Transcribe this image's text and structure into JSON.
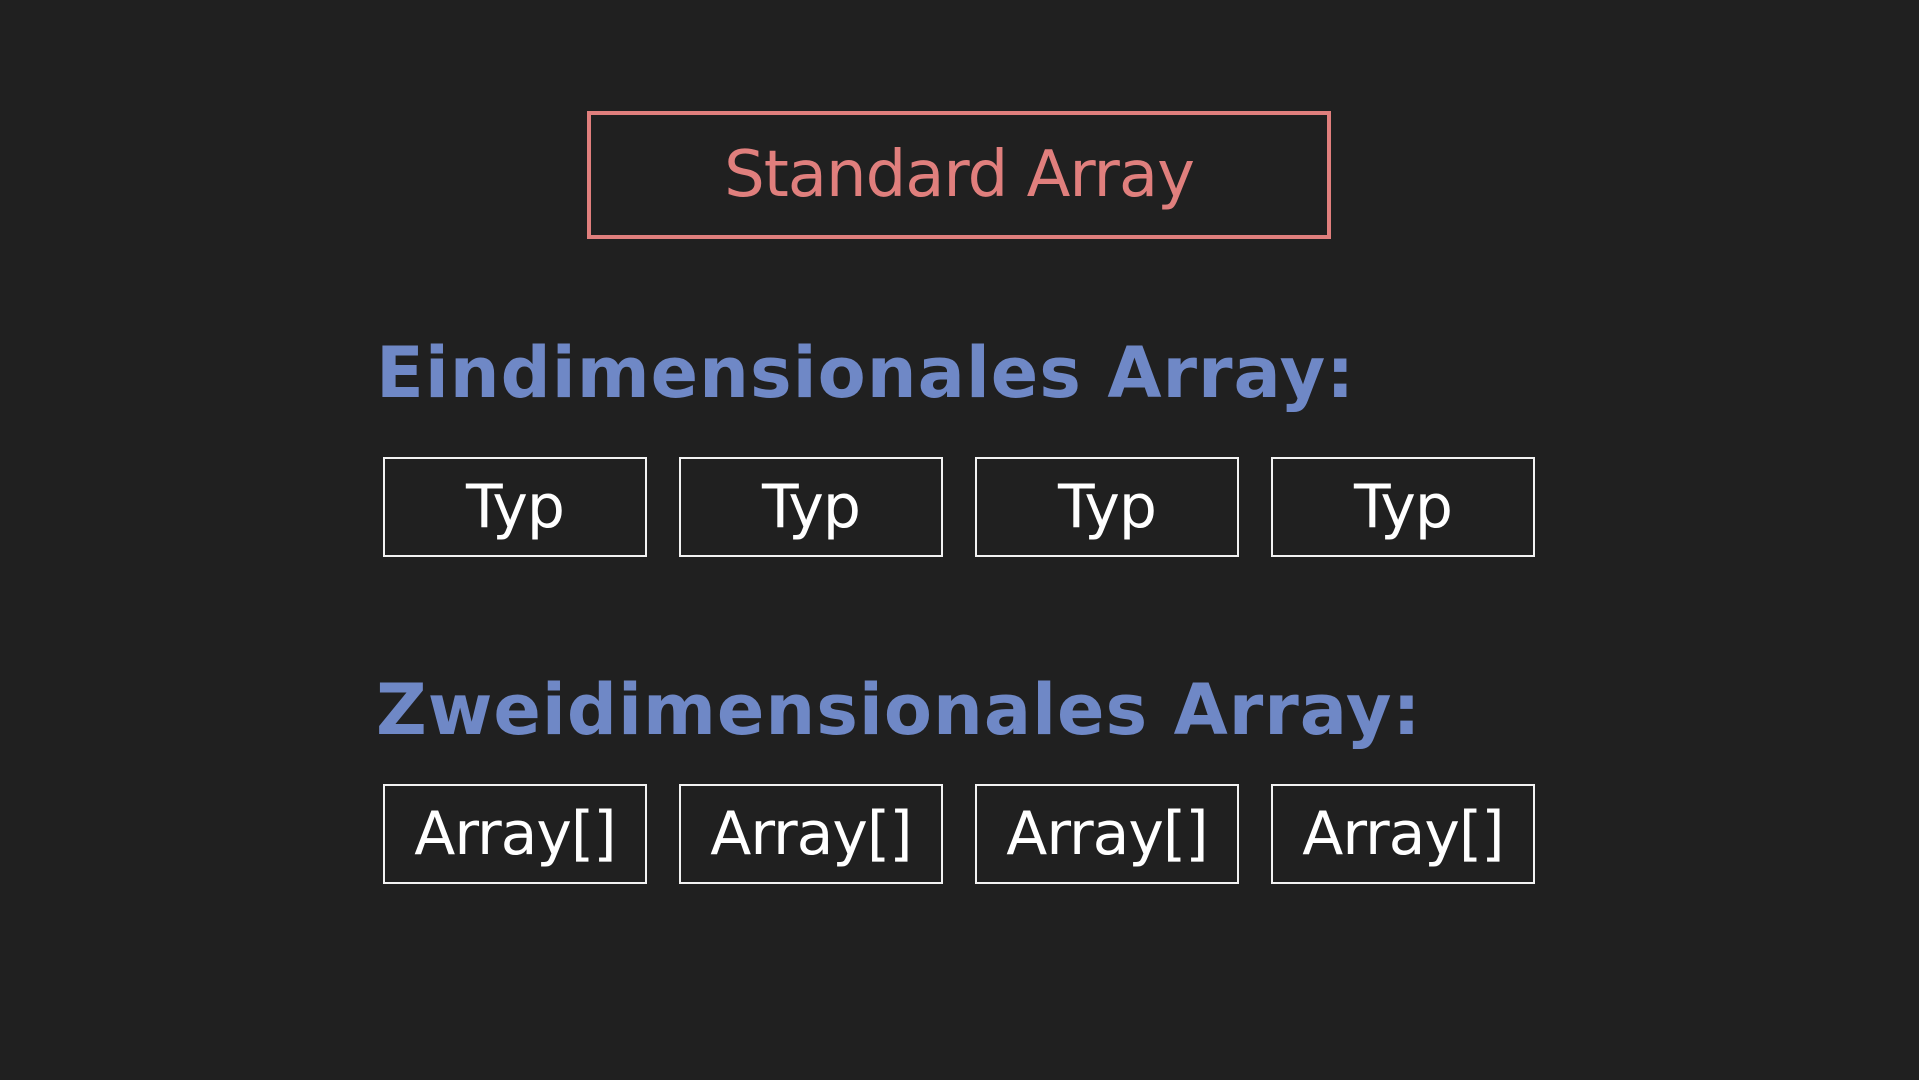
{
  "title": "Standard Array",
  "colors": {
    "background": "#202020",
    "title_accent": "#e07f7d",
    "heading_accent": "#6f88c6",
    "cell_border": "#f2f2f2",
    "cell_text": "#ffffff"
  },
  "one_dimensional": {
    "heading": "Eindimensionales Array:",
    "cells": [
      "Typ",
      "Typ",
      "Typ",
      "Typ"
    ]
  },
  "two_dimensional": {
    "heading": "Zweidimensionales Array:",
    "cells": [
      "Array[]",
      "Array[]",
      "Array[]",
      "Array[]"
    ]
  }
}
